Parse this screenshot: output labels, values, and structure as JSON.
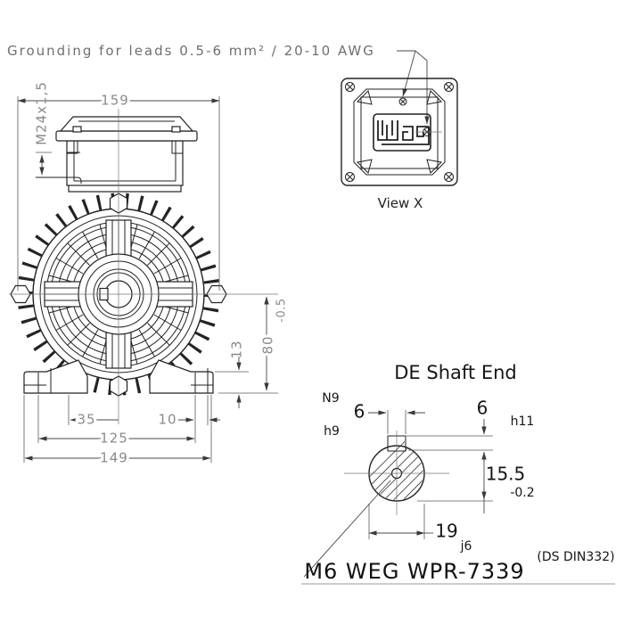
{
  "colors": {
    "outline": "#222222",
    "dim_line": "#474747",
    "dim_text": "#8a8a8a",
    "annotation_text": "#6f6f6f",
    "dark_text": "#161616",
    "background": "#ffffff"
  },
  "grounding_note": {
    "text": "Grounding for leads 0.5-6 mm² / 20-10 AWG"
  },
  "front_view": {
    "dim_overall_width": "159",
    "dim_cable_gland_thread": "M24x1,5",
    "dim_shaft_height": "80",
    "dim_shaft_height_tolerance": "-0.5",
    "dim_foot_height": "13",
    "dim_center_to_foot_hole": "35",
    "dim_foot_slot_width": "10",
    "dim_foot_hole_span": "125",
    "dim_overall_foot_width": "149"
  },
  "view_x": {
    "caption": "View X",
    "logo": "WEG"
  },
  "shaft_end": {
    "title": "DE Shaft End",
    "keyway_width_tolerance": "N9",
    "keyway_width": "6",
    "key_width_tolerance": "h9",
    "key_height": "6",
    "key_height_tolerance": "h11",
    "dim_key_flat": "15.5",
    "dim_key_flat_tolerance": "-0.2",
    "shaft_diameter": "19",
    "shaft_diameter_tolerance": "j6",
    "standard_note": "(DS DIN332)",
    "tapped_hole_note": "M6 WEG WPR-7339"
  }
}
